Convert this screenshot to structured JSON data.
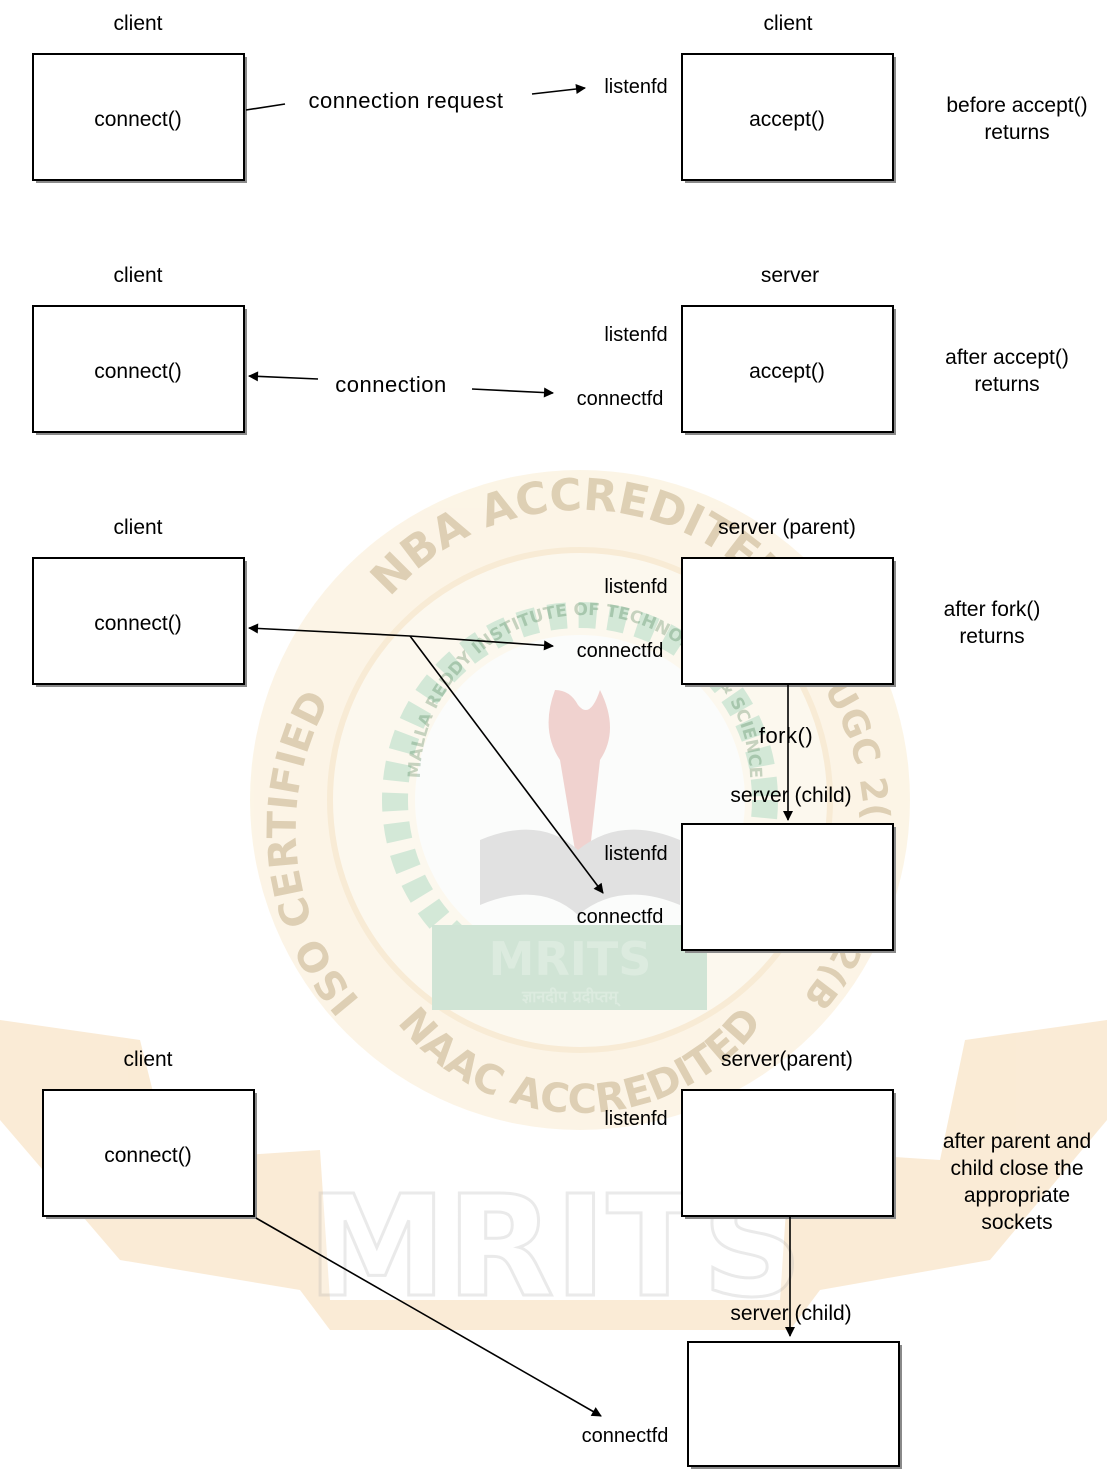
{
  "watermark": {
    "ring_top": "NBA ACCREDITED",
    "ring_left": "ISO CERTIFIED",
    "ring_right": "UGC 2(F) & 12(B)",
    "ring_bottom": "NAAC ACCREDITED",
    "institute": "MALLA REDDY INSTITUTE OF TECHNOLOGY & SCIENCE",
    "emblem_text": "MRITS",
    "motto": "ज्ञानदीप प्रदीप्तम्",
    "big_text": "MRITS"
  },
  "panels": [
    {
      "left_title": "client",
      "right_title": "client",
      "left_box_label": "connect()",
      "right_box_label": "accept()",
      "arrow_label": "connection request",
      "fd_labels": [
        "listenfd"
      ],
      "note_lines": [
        "before accept()",
        "returns"
      ]
    },
    {
      "left_title": "client",
      "right_title": "server",
      "left_box_label": "connect()",
      "right_box_label": "accept()",
      "arrow_label": "connection",
      "fd_labels": [
        "listenfd",
        "connectfd"
      ],
      "note_lines": [
        "after accept()",
        "returns"
      ]
    },
    {
      "left_title": "client",
      "right_title": "server (parent)",
      "left_box_label": "connect()",
      "fd_labels": [
        "listenfd",
        "connectfd"
      ],
      "fork_label": "fork()",
      "child_title": "server (child)",
      "child_fd_labels": [
        "listenfd",
        "connectfd"
      ],
      "note_lines": [
        "after fork()",
        "returns"
      ]
    },
    {
      "left_title": "client",
      "right_title": "server(parent)",
      "left_box_label": "connect()",
      "fd_labels": [
        "listenfd"
      ],
      "child_title": "server (child)",
      "child_fd_labels": [
        "connectfd"
      ],
      "note_lines": [
        "after parent and",
        "child close the",
        "appropriate",
        "sockets"
      ]
    }
  ]
}
